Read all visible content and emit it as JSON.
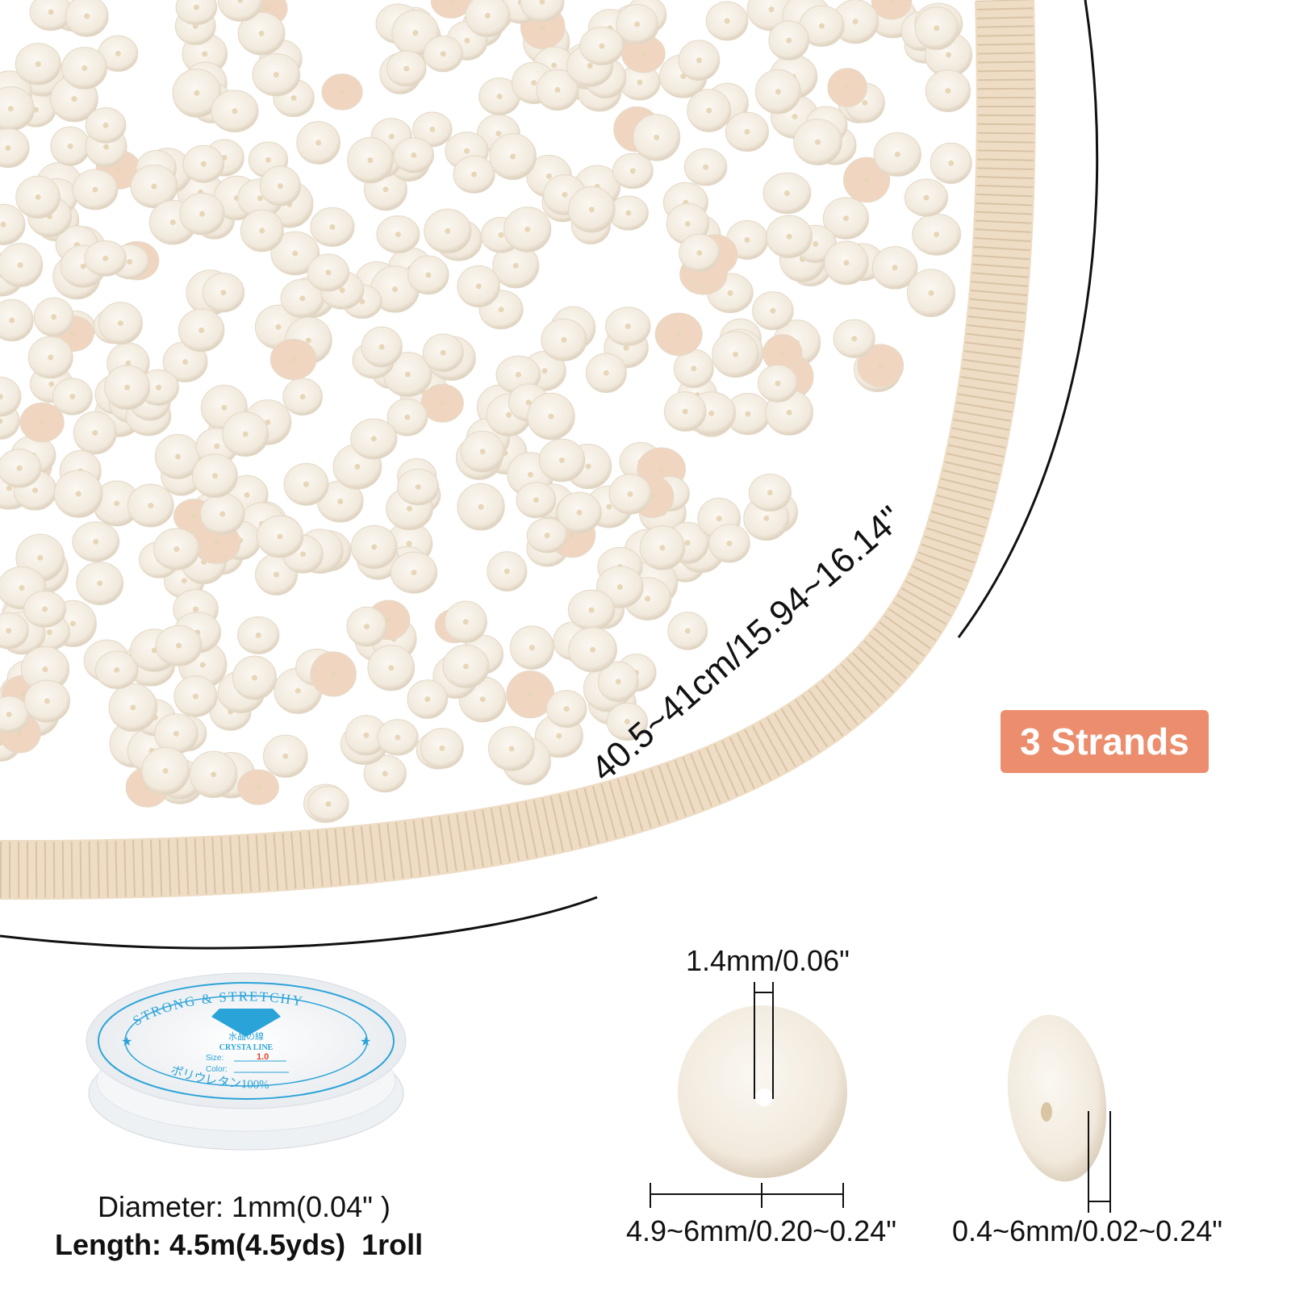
{
  "product": {
    "strand_length": "40.5~41cm/15.94~16.14\"",
    "strand_count_badge": "3 Strands",
    "hole_size": "1.4mm/0.06\"",
    "bead_diameter": "4.9~6mm/0.20~0.24\"",
    "bead_thickness": "0.4~6mm/0.02~0.24\""
  },
  "cord": {
    "diameter": "Diameter: 1mm(0.04\" )",
    "length": "Length: 4.5m(4.5yds)  1roll",
    "spool_label": {
      "top_text": "STRONG & STRETCHY",
      "jp_title": "水晶の線",
      "brand": "CRYSTA LINE",
      "size_label": "Size:",
      "size_value": "1.0",
      "color_label": "Color:",
      "bottom_text": "ポリウレタン100%"
    }
  },
  "colors": {
    "badge": "#ec8e6e",
    "bead": "#f3ece0",
    "spool_blue": "#2aa3d8",
    "size_red": "#e2452b"
  }
}
